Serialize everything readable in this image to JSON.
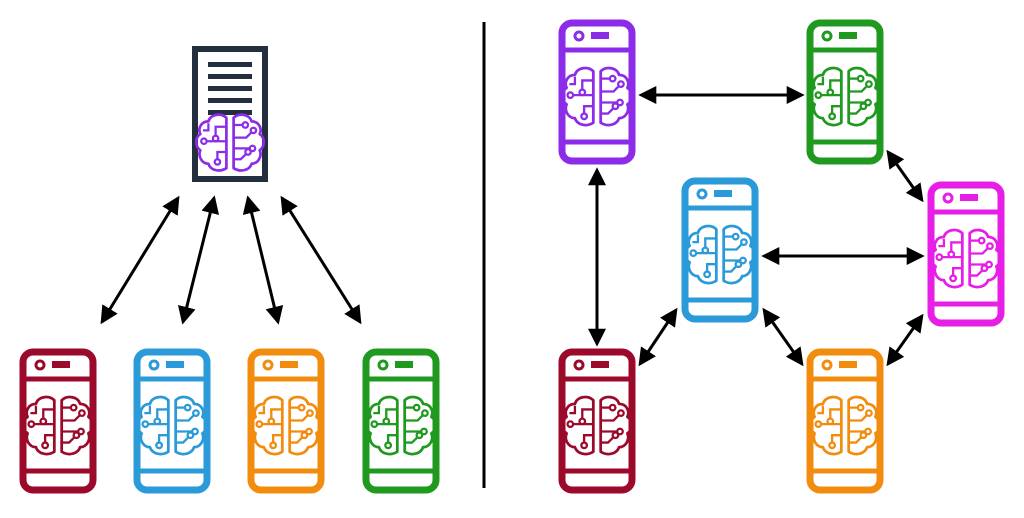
{
  "panels": [
    {
      "id": "centralized",
      "server": {
        "color": "#232f3e",
        "brain_color": "#8c2be8"
      },
      "devices": [
        {
          "id": "c-red",
          "color": "#9c0a2b"
        },
        {
          "id": "c-blue",
          "color": "#2b9ad8"
        },
        {
          "id": "c-orange",
          "color": "#f28c0f"
        },
        {
          "id": "c-green",
          "color": "#1f9a1f"
        }
      ],
      "links": [
        {
          "from": "server",
          "to": "c-red"
        },
        {
          "from": "server",
          "to": "c-blue"
        },
        {
          "from": "server",
          "to": "c-orange"
        },
        {
          "from": "server",
          "to": "c-green"
        }
      ]
    },
    {
      "id": "decentralized",
      "devices": [
        {
          "id": "d-purple",
          "color": "#8c2be8"
        },
        {
          "id": "d-green",
          "color": "#1f9a1f"
        },
        {
          "id": "d-blue",
          "color": "#2b9ad8"
        },
        {
          "id": "d-magenta",
          "color": "#e61ee6"
        },
        {
          "id": "d-red",
          "color": "#9c0a2b"
        },
        {
          "id": "d-orange",
          "color": "#f28c0f"
        }
      ],
      "links": [
        {
          "from": "d-purple",
          "to": "d-green"
        },
        {
          "from": "d-purple",
          "to": "d-red"
        },
        {
          "from": "d-green",
          "to": "d-magenta"
        },
        {
          "from": "d-blue",
          "to": "d-magenta"
        },
        {
          "from": "d-blue",
          "to": "d-red"
        },
        {
          "from": "d-blue",
          "to": "d-orange"
        },
        {
          "from": "d-magenta",
          "to": "d-orange"
        }
      ]
    }
  ],
  "arrow_color": "#000000",
  "divider_color": "#000000",
  "icon": "brain-circuit-icon"
}
